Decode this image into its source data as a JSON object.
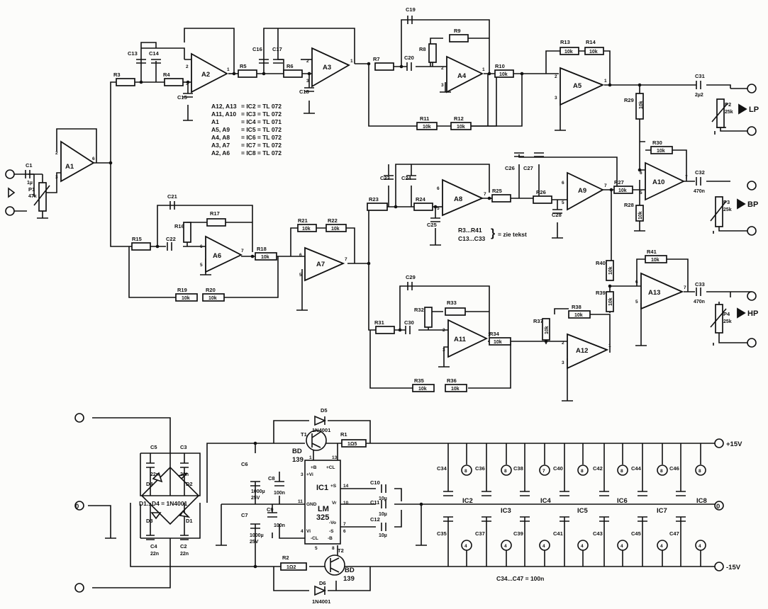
{
  "amplifiers": {
    "A1": "A1",
    "A2": "A2",
    "A3": "A3",
    "A4": "A4",
    "A5": "A5",
    "A6": "A6",
    "A7": "A7",
    "A8": "A8",
    "A9": "A9",
    "A10": "A10",
    "A11": "A11",
    "A12": "A12",
    "A13": "A13"
  },
  "resistors": {
    "R3": "R3",
    "R4": "R4",
    "R5": "R5",
    "R6": "R6",
    "R7": "R7",
    "R8": "R8",
    "R9": "R9",
    "R10": "R10",
    "R11": "R11",
    "R12": "R12",
    "R13": "R13",
    "R14": "R14",
    "R15": "R15",
    "R16": "R16",
    "R17": "R17",
    "R18": "R18",
    "R19": "R19",
    "R20": "R20",
    "R21": "R21",
    "R22": "R22",
    "R23": "R23",
    "R24": "R24",
    "R25": "R25",
    "R26": "R26",
    "R27": "R27",
    "R28": "R28",
    "R29": "R29",
    "R30": "R30",
    "R31": "R31",
    "R32": "R32",
    "R33": "R33",
    "R34": "R34",
    "R35": "R35",
    "R36": "R36",
    "R37": "R37",
    "R38": "R38",
    "R39": "R39",
    "R40": "R40",
    "R41": "R41",
    "R1": "R1",
    "R2": "R2"
  },
  "resistor_value": "10k",
  "capacitors": {
    "C1": "C1",
    "C13": "C13",
    "C14": "C14",
    "C15": "C15",
    "C16": "C16",
    "C17": "C17",
    "C18": "C18",
    "C19": "C19",
    "C20": "C20",
    "C21": "C21",
    "C22": "C22",
    "C23": "C23",
    "C24": "C24",
    "C25": "C25",
    "C26": "C26",
    "C27": "C27",
    "C28": "C28",
    "C29": "C29",
    "C30": "C30",
    "C31": "C31",
    "C32": "C32",
    "C33": "C33",
    "C2": "C2",
    "C3": "C3",
    "C4": "C4",
    "C5": "C5",
    "C6": "C6",
    "C7": "C7",
    "C8": "C8",
    "C9": "C9",
    "C10": "C10",
    "C11": "C11",
    "C12": "C12",
    "C34": "C34",
    "C35": "C35",
    "C36": "C36",
    "C37": "C37",
    "C38": "C38",
    "C39": "C39",
    "C40": "C40",
    "C41": "C41",
    "C42": "C42",
    "C43": "C43",
    "C44": "C44",
    "C45": "C45",
    "C46": "C46",
    "C47": "C47"
  },
  "values": {
    "c1": "1µ",
    "p1": "47k",
    "c31": "2µ2",
    "c32": "470n",
    "c33": "470n",
    "p25k": "25k",
    "c22n": "22n",
    "c1000": "1000µ",
    "v25": "25V",
    "c100n": "100n",
    "c10u": "10µ",
    "r1": "1Ω5",
    "r2": "1Ω2"
  },
  "pots": {
    "P1": "P1",
    "P2": "P2",
    "P3": "P3",
    "P4": "P4"
  },
  "outputs": {
    "lp": "LP",
    "bp": "BP",
    "hp": "HP"
  },
  "ic_table": [
    {
      "left": "A12, A13",
      "ic": "= IC2 = TL 072"
    },
    {
      "left": "A11, A10",
      "ic": "= IC3 = TL 072"
    },
    {
      "left": "A1",
      "ic": "= IC4 = TL 071"
    },
    {
      "left": "A5,   A9",
      "ic": "= IC5 = TL 072"
    },
    {
      "left": "A4,   A8",
      "ic": "= IC6 = TL 072"
    },
    {
      "left": "A3,   A7",
      "ic": "= IC7 = TL 072"
    },
    {
      "left": "A2,   A6",
      "ic": "= IC8 = TL 072"
    }
  ],
  "note": {
    "line1": "R3...R41",
    "line2": "C13...C33",
    "text": "= zie tekst"
  },
  "supply": {
    "diodes_note": "D1...D4 = 1N4001",
    "d1": "D1",
    "d2": "D2",
    "d3": "D3",
    "d4": "D4",
    "d5": "D5",
    "d6": "D6",
    "diode_type": "1N4001",
    "t1": "T1",
    "t2": "T2",
    "bd": "BD",
    "bd2": "139",
    "ic1": "IC1",
    "lm": "LM",
    "lm2": "325",
    "pin_vi_plus": "+Vi",
    "pin_b_plus": "+B",
    "pin_cl_plus": "+CL",
    "pin_s_plus": "+S",
    "pin_gnd": "GND",
    "pin_vr": "Vr",
    "pin_vi_minus": "Vi",
    "pin_vo": "-Vo",
    "pin_s_minus": "-S",
    "pin_cl_minus": "-CL",
    "pin_b_minus": "-B",
    "p1": "1",
    "p3": "3",
    "p11": "11",
    "p4": "4",
    "p5": "5",
    "p8": "8",
    "p13": "13",
    "p14": "14",
    "p10": "10",
    "p7": "7",
    "p6": "6",
    "plus15": "+15V",
    "minus15": "-15V",
    "zero": "0",
    "bypass_note": "C34...C47 = 100n",
    "ics": [
      "IC2",
      "IC3",
      "IC4",
      "IC5",
      "IC6",
      "IC7",
      "IC8"
    ],
    "top_pins": [
      "8",
      "8",
      "7",
      "8",
      "8",
      "8",
      "8"
    ],
    "bottom_pins": [
      "4",
      "4",
      "4",
      "4",
      "4",
      "4",
      "4"
    ]
  }
}
